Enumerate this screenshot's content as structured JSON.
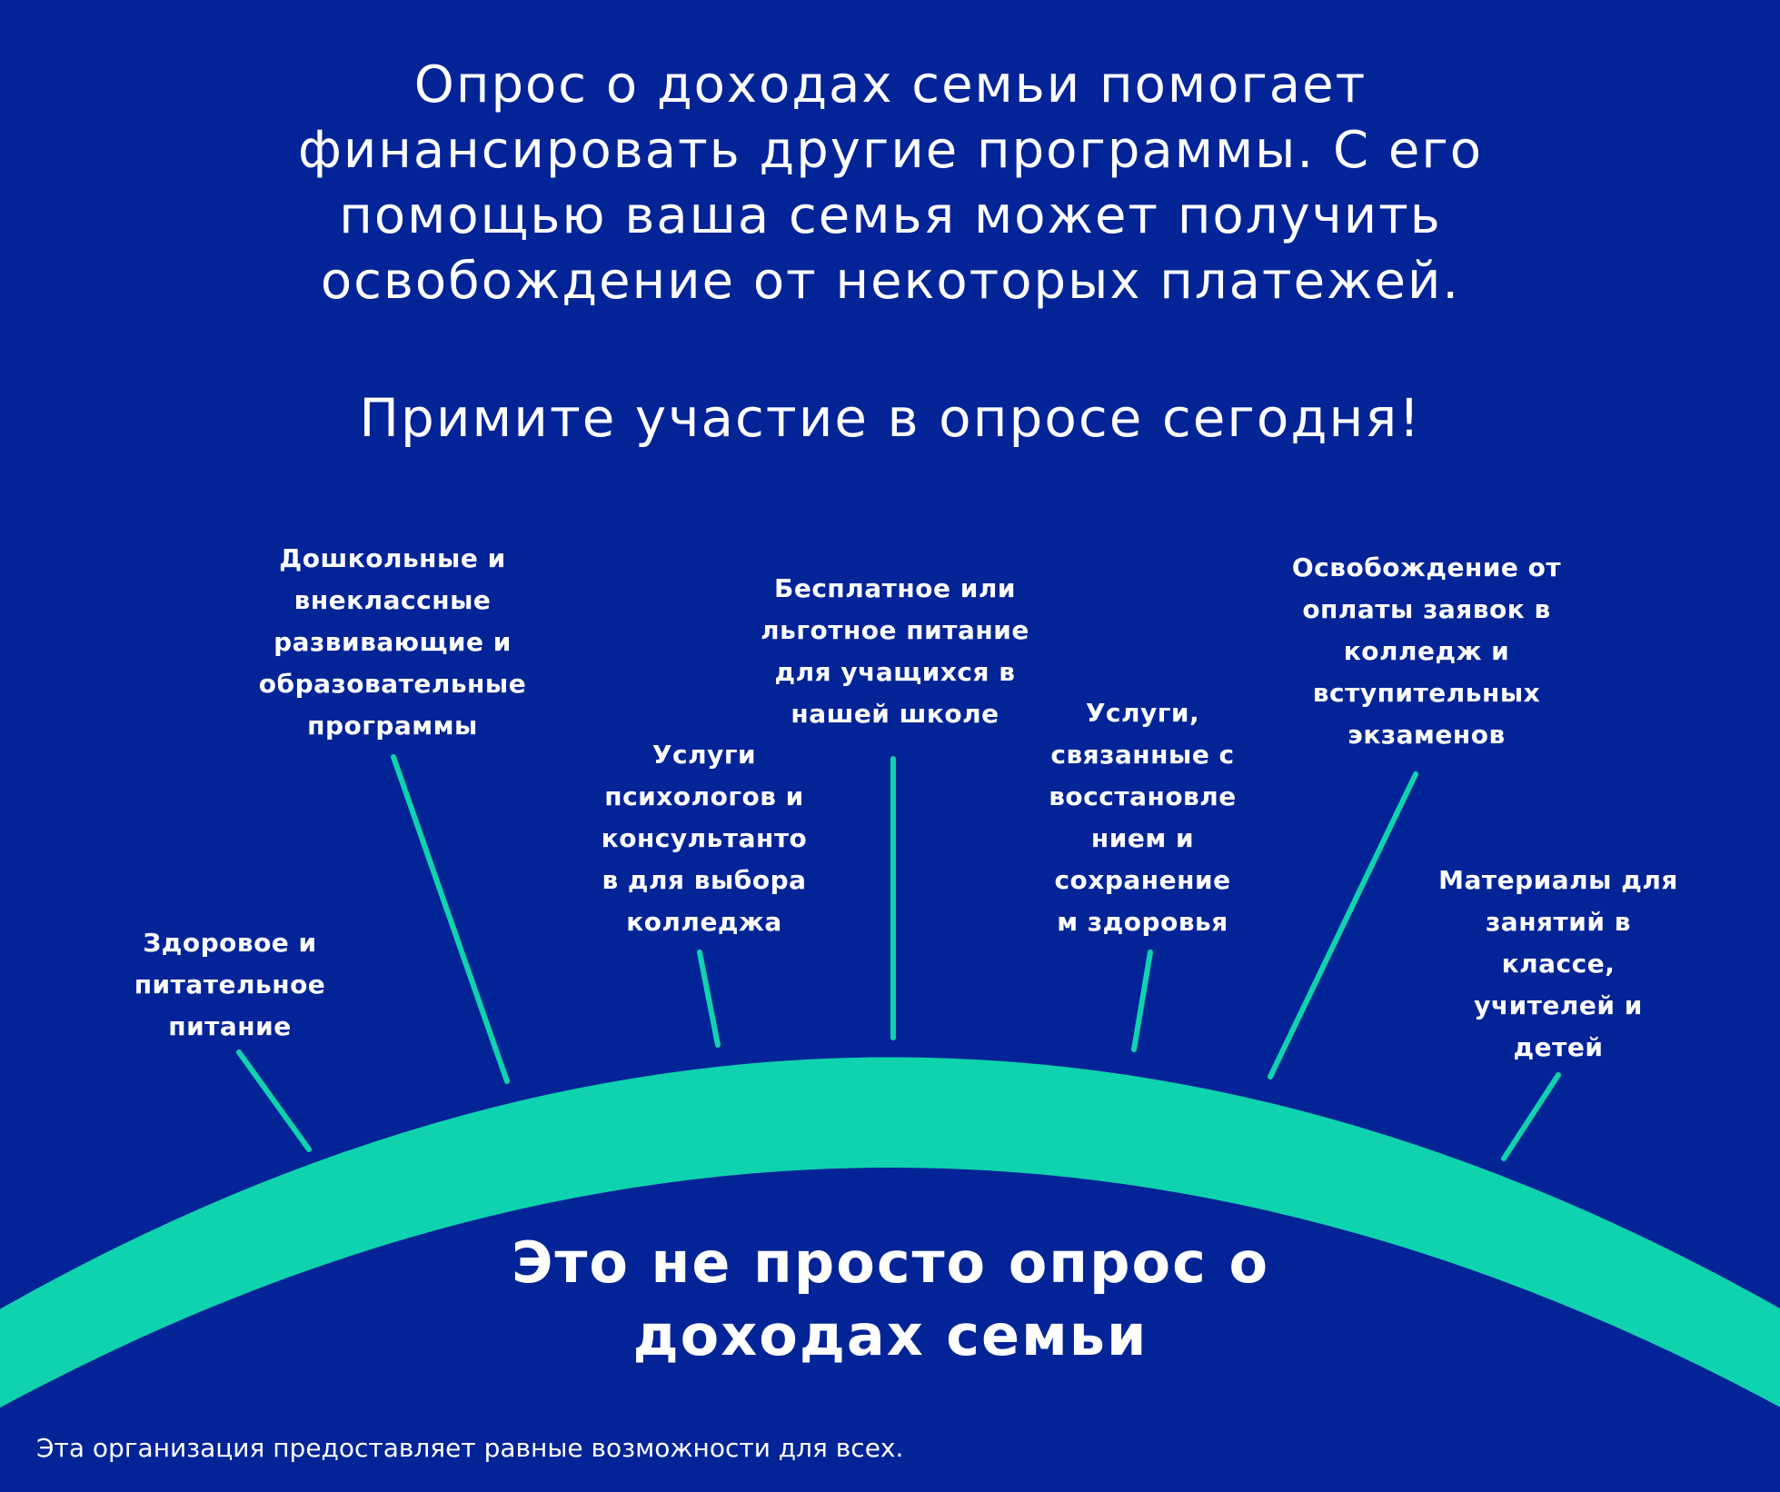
{
  "headline": {
    "line1": "Опрос о доходах семьи помогает",
    "line2": "финансировать другие программы. С его",
    "line3": "помощью ваша семья может получить",
    "line4": "освобождение от некоторых платежей."
  },
  "cta": "Примите участие в опросе сегодня!",
  "benefits": [
    {
      "lines": [
        "Здоровое и",
        "питательное",
        "питание"
      ]
    },
    {
      "lines": [
        "Дошкольные и",
        "внеклассные",
        "развивающие и",
        "образовательные",
        "программы"
      ]
    },
    {
      "lines": [
        "Услуги",
        "психологов и",
        "консультанто",
        "в для выбора",
        "колледжа"
      ]
    },
    {
      "lines": [
        "Бесплатное или",
        "льготное питание",
        "для учащихся в",
        "нашей школе"
      ]
    },
    {
      "lines": [
        "Услуги,",
        "связанные с",
        "восстановле",
        "нием и",
        "сохранение",
        "м здоровья"
      ]
    },
    {
      "lines": [
        "Освобождение от",
        "оплаты заявок в",
        "колледж и",
        "вступительных",
        "экзаменов"
      ]
    },
    {
      "lines": [
        "Материалы для",
        "занятий в",
        "классе,",
        "учителей и",
        "детей"
      ]
    }
  ],
  "bottom_title": {
    "line1": "Это не просто опрос о",
    "line2": "доходах семьи"
  },
  "footer": "Эта организация предоставляет равные возможности для всех.",
  "colors": {
    "background": "#032497",
    "accent": "#0fd3ae",
    "text": "#ffffff"
  }
}
